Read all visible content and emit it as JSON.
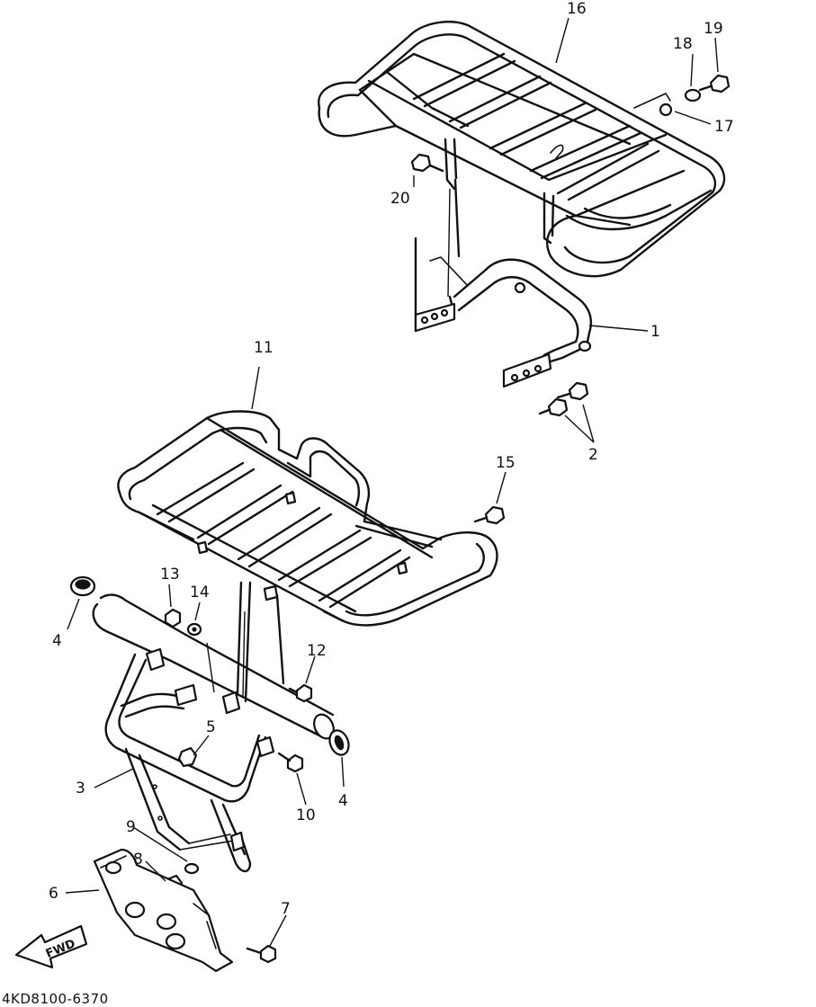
{
  "diagram": {
    "part_numbers": [
      "1",
      "2",
      "3",
      "4",
      "4",
      "5",
      "6",
      "7",
      "8",
      "9",
      "10",
      "11",
      "12",
      "13",
      "14",
      "15",
      "16",
      "17",
      "18",
      "19",
      "20"
    ],
    "direction_label": "FWD",
    "drawing_code": "4KD8100-6370"
  }
}
